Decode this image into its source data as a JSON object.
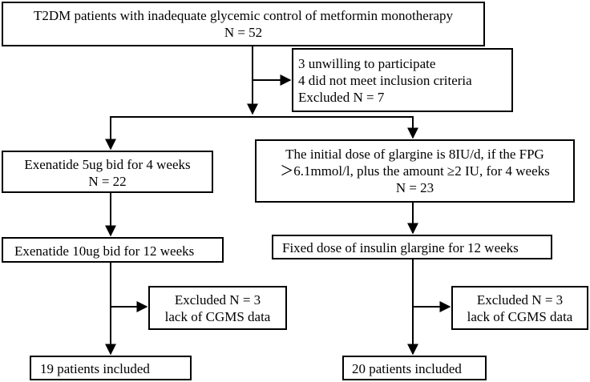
{
  "boxes": {
    "enrollment": {
      "line1": "T2DM patients with inadequate glycemic control of metformin monotherapy",
      "line2": "N = 52"
    },
    "excluded_initial": {
      "line1": "3 unwilling to participate",
      "line2": "4 did not meet inclusion criteria",
      "line3": "Excluded N = 7"
    },
    "exenatide_initial": {
      "line1": "Exenatide 5ug bid for 4 weeks",
      "line2": "N = 22"
    },
    "glargine_initial": {
      "line1": "The initial dose of  glargine is 8IU/d, if the FPG",
      "line2": "＞6.1mmol/l, plus the amount ≥2 IU, for 4 weeks",
      "line3": "N = 23"
    },
    "exenatide_followup": {
      "line1": "Exenatide 10ug bid for 12 weeks"
    },
    "glargine_followup": {
      "line1": "Fixed dose of insulin glargine for 12 weeks"
    },
    "excluded_exenatide": {
      "line1": "Excluded N = 3",
      "line2": "lack of CGMS data"
    },
    "excluded_glargine": {
      "line1": "Excluded N = 3",
      "line2": "lack of CGMS data"
    },
    "included_exenatide": {
      "line1": "19 patients included"
    },
    "included_glargine": {
      "line1": "20 patients included"
    }
  }
}
